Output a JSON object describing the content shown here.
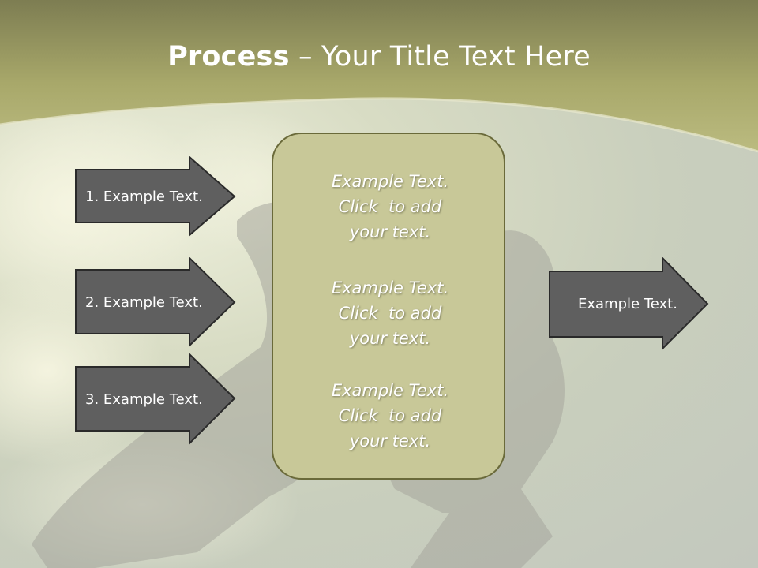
{
  "title": {
    "bold": "Process",
    "rest": " – Your Title Text Here"
  },
  "left_arrows": [
    {
      "label": "1. Example Text."
    },
    {
      "label": "2. Example Text."
    },
    {
      "label": "3. Example Text."
    }
  ],
  "center_box": {
    "paragraphs": [
      {
        "line1": "Example Text.",
        "line2": "Click  to add",
        "line3": "your text."
      },
      {
        "line1": "Example Text.",
        "line2": "Click  to add",
        "line3": "your text."
      },
      {
        "line1": "Example Text.",
        "line2": "Click  to add",
        "line3": "your text."
      }
    ]
  },
  "right_arrow": {
    "label": "Example Text."
  },
  "colors": {
    "header_band": "#b5b574",
    "arrow_fill": "#5f5f5f",
    "arrow_border": "#2a2a2a",
    "box_fill": "#c8c898",
    "box_border": "#6a6a3a"
  }
}
